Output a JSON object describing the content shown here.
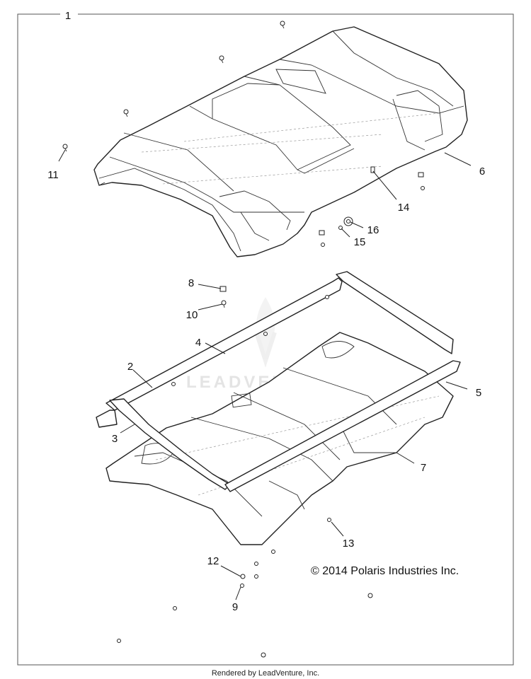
{
  "callouts": {
    "c1": "1",
    "c2": "2",
    "c3": "3",
    "c4": "4",
    "c5": "5",
    "c6": "6",
    "c7": "7",
    "c8": "8",
    "c9": "9",
    "c10": "10",
    "c11": "11",
    "c12": "12",
    "c13": "13",
    "c14": "14",
    "c15": "15",
    "c16": "16"
  },
  "copyright": "© 2014 Polaris Industries Inc.",
  "footer": "Rendered by LeadVenture, Inc.",
  "watermark": "LEADVENTURE"
}
